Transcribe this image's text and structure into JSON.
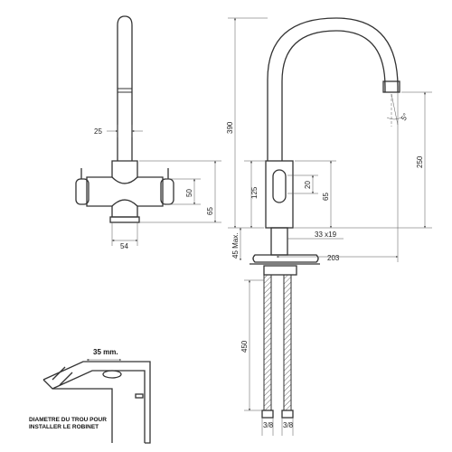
{
  "front_view": {
    "dim_spout_width": "25",
    "dim_body_height": "50",
    "dim_total_height": "65",
    "dim_body_width": "54"
  },
  "side_view": {
    "dim_total_height": "390",
    "dim_spout_height": "250",
    "dim_handle_height": "125",
    "dim_handle_width": "20",
    "dim_handle_span": "65",
    "dim_base_thread": "33 x19",
    "dim_max_thickness": "45 Max.",
    "dim_reach": "203",
    "dim_angle": "5°",
    "dim_hose_length": "450",
    "hose_left_thread": "3/8",
    "hose_right_thread": "3/8"
  },
  "install": {
    "hole_diameter": "35 mm.",
    "note_line1": "DIAMETRE DU TROU POUR",
    "note_line2": "INSTALLER LE ROBINET"
  }
}
